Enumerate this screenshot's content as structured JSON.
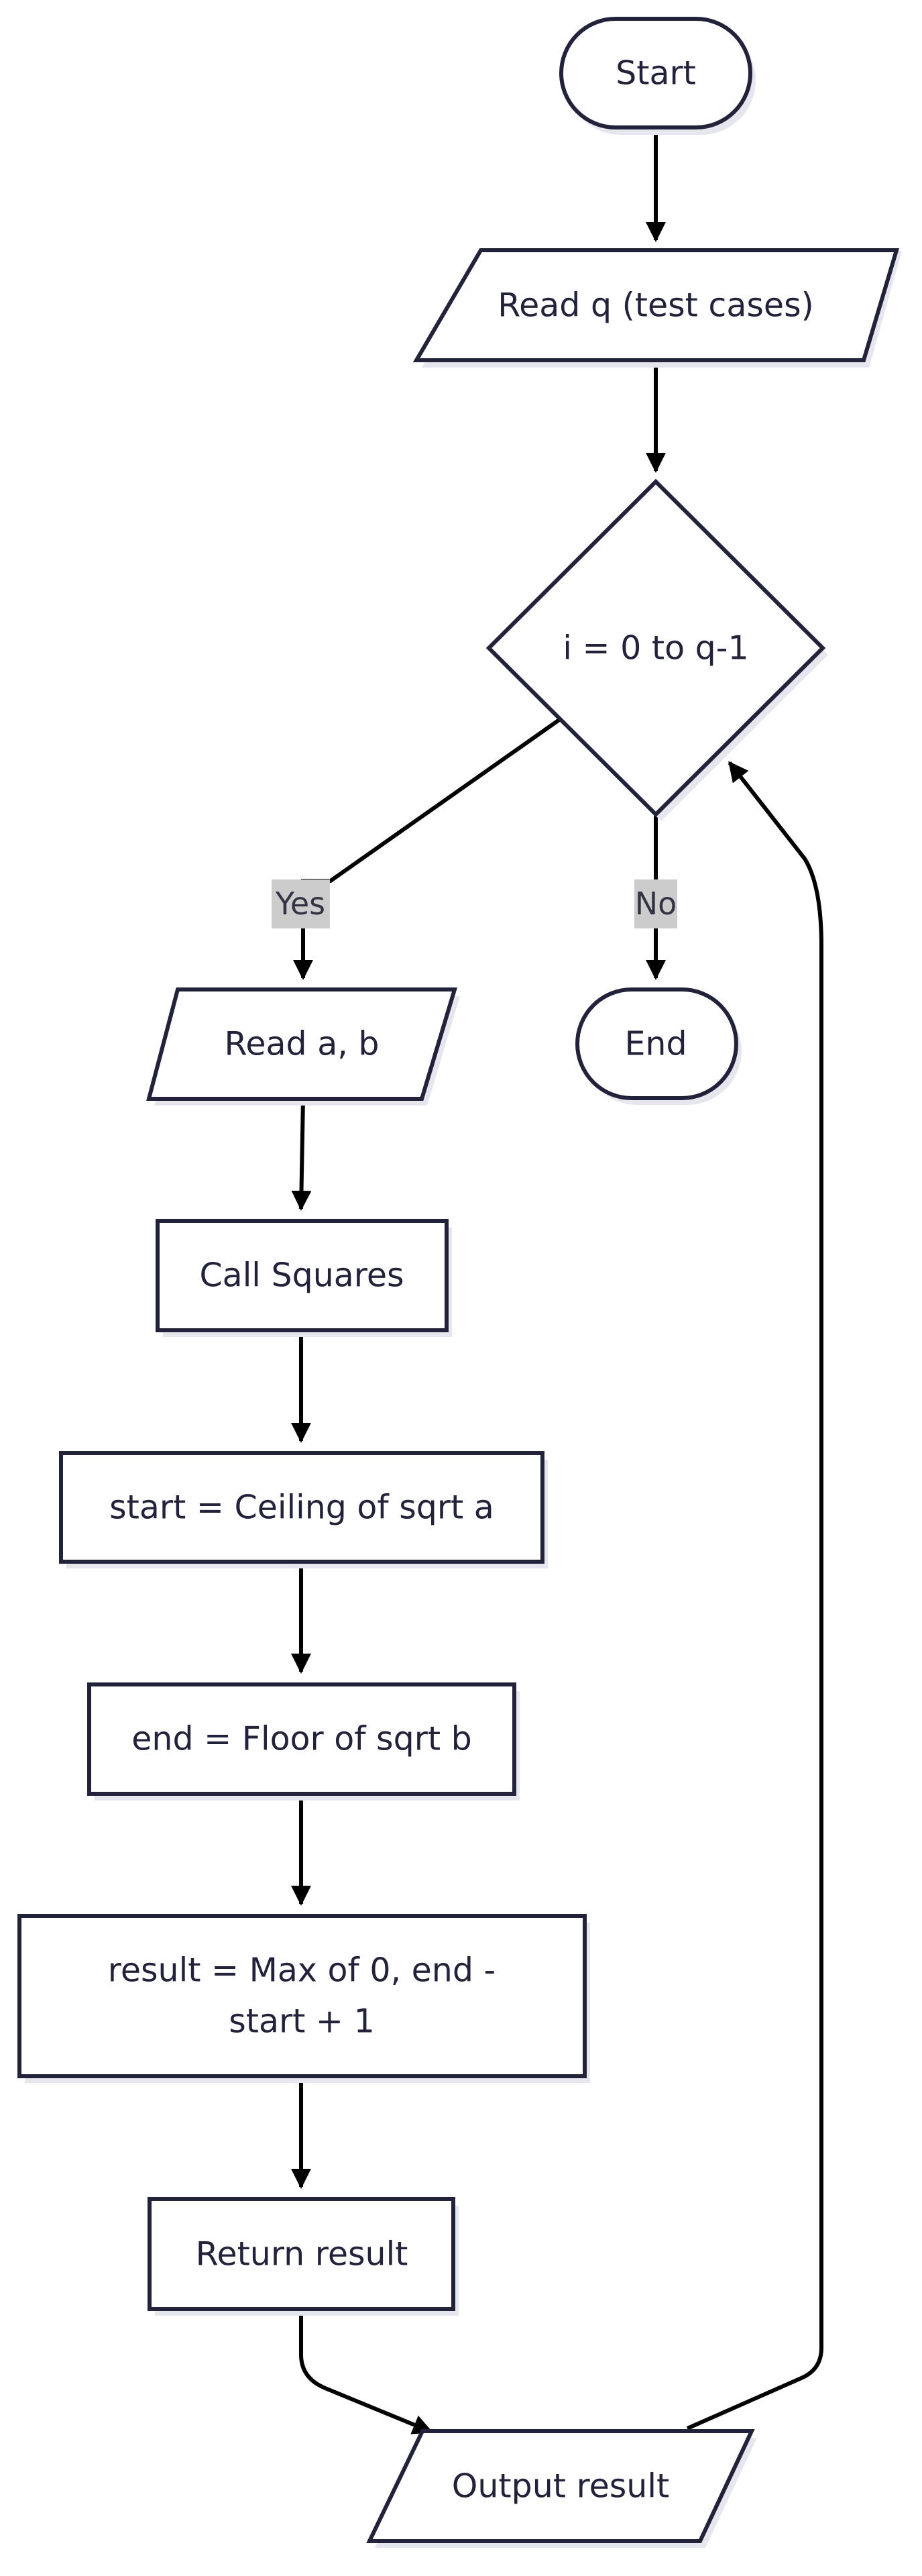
{
  "diagram": {
    "nodes": {
      "start": "Start",
      "read_q": "Read q (test cases)",
      "loop": "i = 0 to q-1",
      "end": "End",
      "read_ab": "Read a, b",
      "call_squares": "Call Squares",
      "start_calc": "start = Ceiling of sqrt a",
      "end_calc": "end = Floor of sqrt b",
      "result_line1": "result = Max of 0, end -",
      "result_line2": "start + 1",
      "return_result": "Return result",
      "output_result": "Output result"
    },
    "edge_labels": {
      "yes": "Yes",
      "no": "No"
    }
  },
  "colors": {
    "node_stroke": "#22223a",
    "node_fill": "#ffffff",
    "text": "#22223a",
    "edge": "#000000",
    "label_bg": "#cccccc",
    "shadow": "#e6e6ee"
  }
}
